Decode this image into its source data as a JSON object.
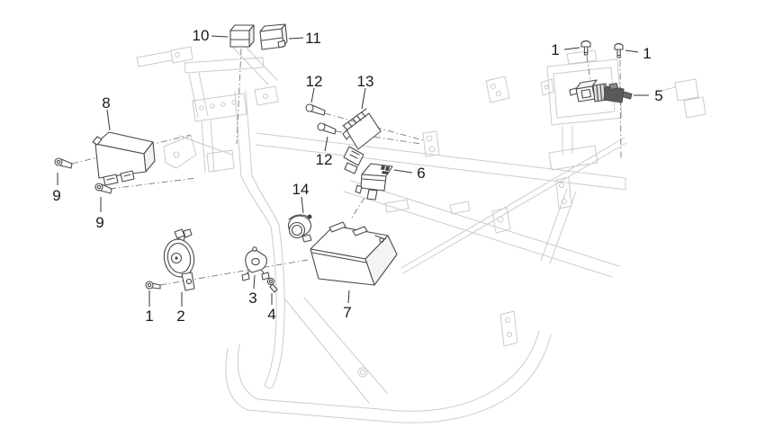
{
  "colors": {
    "background": "#ffffff",
    "frame": "#cbcbcb",
    "part": "#4a4a4a",
    "dash": "#7a7a7a",
    "leader": "#333333",
    "label": "#1a1a1a"
  },
  "callouts": [
    {
      "label": "10"
    },
    {
      "label": "11"
    },
    {
      "label": "12"
    },
    {
      "label": "13"
    },
    {
      "label": "8"
    },
    {
      "label": "1"
    },
    {
      "label": "1"
    },
    {
      "label": "5"
    },
    {
      "label": "12"
    },
    {
      "label": "6"
    },
    {
      "label": "9"
    },
    {
      "label": "9"
    },
    {
      "label": "14"
    },
    {
      "label": "1"
    },
    {
      "label": "2"
    },
    {
      "label": "3"
    },
    {
      "label": "4"
    },
    {
      "label": "7"
    }
  ]
}
